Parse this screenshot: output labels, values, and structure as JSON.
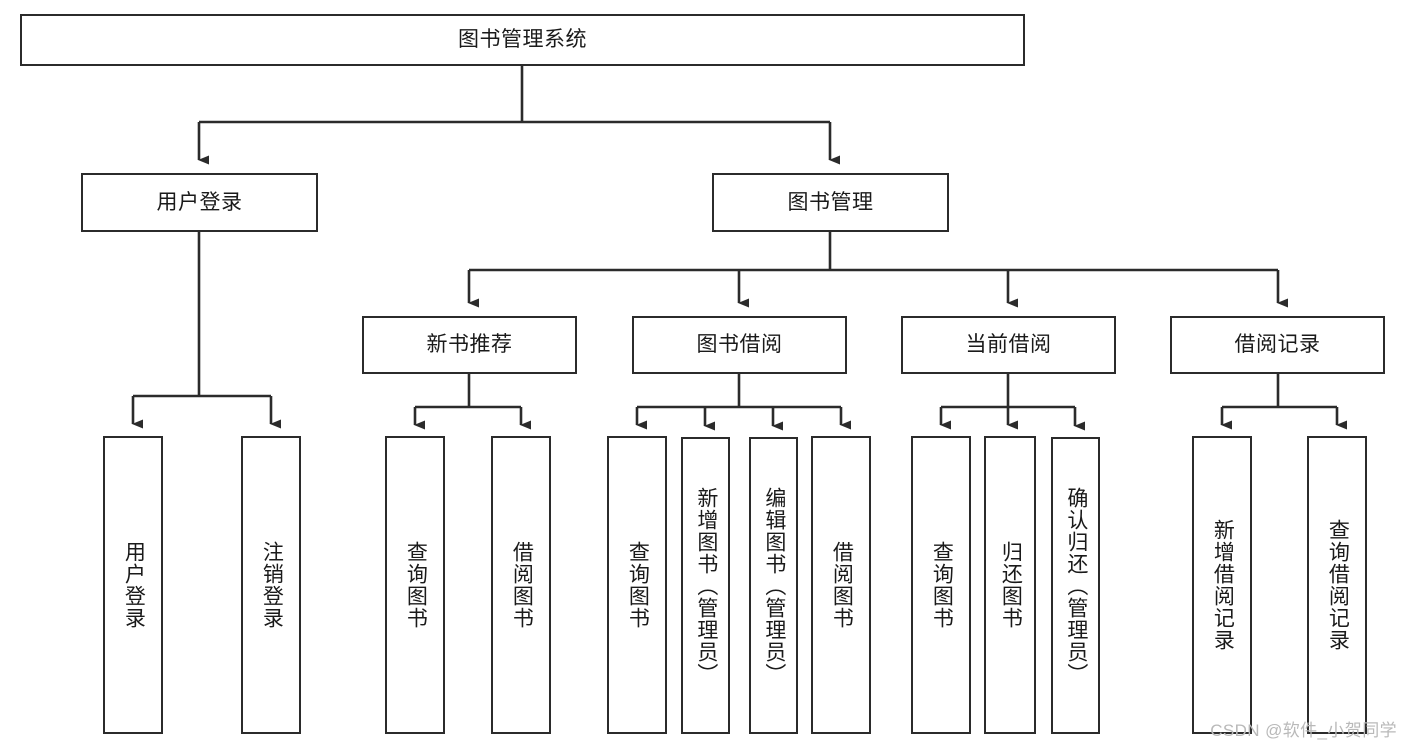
{
  "diagram": {
    "type": "tree-hierarchy",
    "title": "图书管理系统",
    "orientation": "top-down",
    "colors": {
      "background": "#ffffff",
      "box_border": "#2b2b2b",
      "box_fill": "#ffffff",
      "text": "#1a1a1a",
      "edge": "#2b2b2b",
      "watermark": "#b9b9b9"
    },
    "watermark": "CSDN @软件_小贺同学"
  },
  "nodes": {
    "root": {
      "label": "图书管理系统",
      "level": 0
    },
    "level1": [
      {
        "id": "user-login",
        "label": "用户登录"
      },
      {
        "id": "book-management",
        "label": "图书管理"
      }
    ],
    "level2": [
      {
        "id": "new-book-recommend",
        "label": "新书推荐",
        "parent": "book-management"
      },
      {
        "id": "book-borrow",
        "label": "图书借阅",
        "parent": "book-management"
      },
      {
        "id": "current-borrow",
        "label": "当前借阅",
        "parent": "book-management"
      },
      {
        "id": "borrow-record",
        "label": "借阅记录",
        "parent": "book-management"
      }
    ],
    "leaves": {
      "user-login": [
        {
          "id": "leaf-user-login",
          "label": "用户登录"
        },
        {
          "id": "leaf-logout-login",
          "label": "注销登录"
        }
      ],
      "new-book-recommend": [
        {
          "id": "leaf-query-book-1",
          "label": "查询图书"
        },
        {
          "id": "leaf-borrow-book-1",
          "label": "借阅图书"
        }
      ],
      "book-borrow": [
        {
          "id": "leaf-query-book-2",
          "label": "查询图书"
        },
        {
          "id": "leaf-add-book",
          "label": "新增图书（管理员）"
        },
        {
          "id": "leaf-edit-book",
          "label": "编辑图书（管理员）"
        },
        {
          "id": "leaf-borrow-book-2",
          "label": "借阅图书"
        }
      ],
      "current-borrow": [
        {
          "id": "leaf-query-book-3",
          "label": "查询图书"
        },
        {
          "id": "leaf-return-book",
          "label": "归还图书"
        },
        {
          "id": "leaf-confirm-return",
          "label": "确认归还（管理员）"
        }
      ],
      "borrow-record": [
        {
          "id": "leaf-add-record",
          "label": "新增借阅记录"
        },
        {
          "id": "leaf-query-record",
          "label": "查询借阅记录"
        }
      ]
    }
  }
}
